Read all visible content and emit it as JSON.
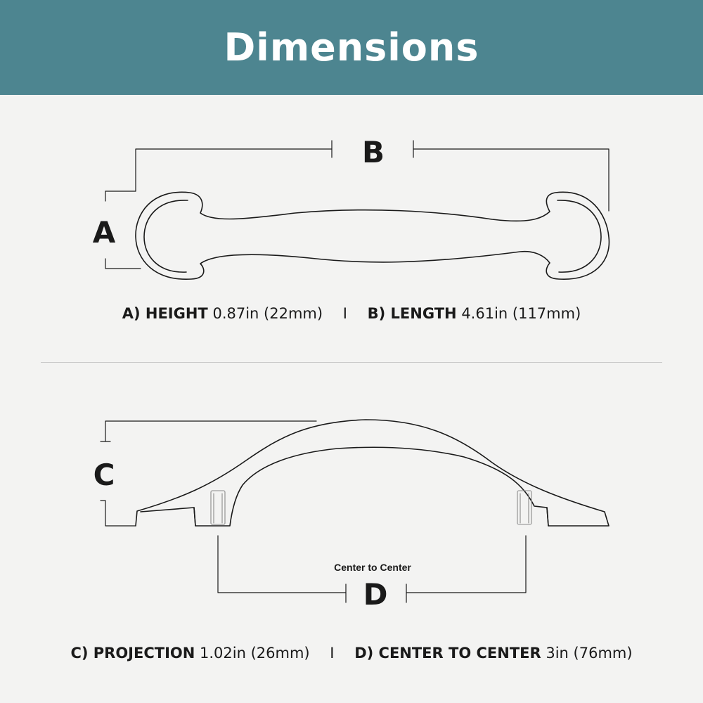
{
  "header": {
    "title": "Dimensions"
  },
  "labels": {
    "a": "A",
    "b": "B",
    "c": "C",
    "d": "D",
    "center_note": "Center to Center"
  },
  "specs_top": [
    {
      "key": "A) HEIGHT",
      "value": "0.87in (22mm)"
    },
    {
      "key": "B) LENGTH",
      "value": "4.61in (117mm)"
    }
  ],
  "specs_bottom": [
    {
      "key": "C) PROJECTION",
      "value": "1.02in (26mm)"
    },
    {
      "key": "D) CENTER TO CENTER",
      "value": "3in (76mm)"
    }
  ],
  "separator": "I",
  "colors": {
    "header_bg": "#4d8590",
    "background": "#f3f3f2",
    "ink": "#1a1a1a"
  }
}
